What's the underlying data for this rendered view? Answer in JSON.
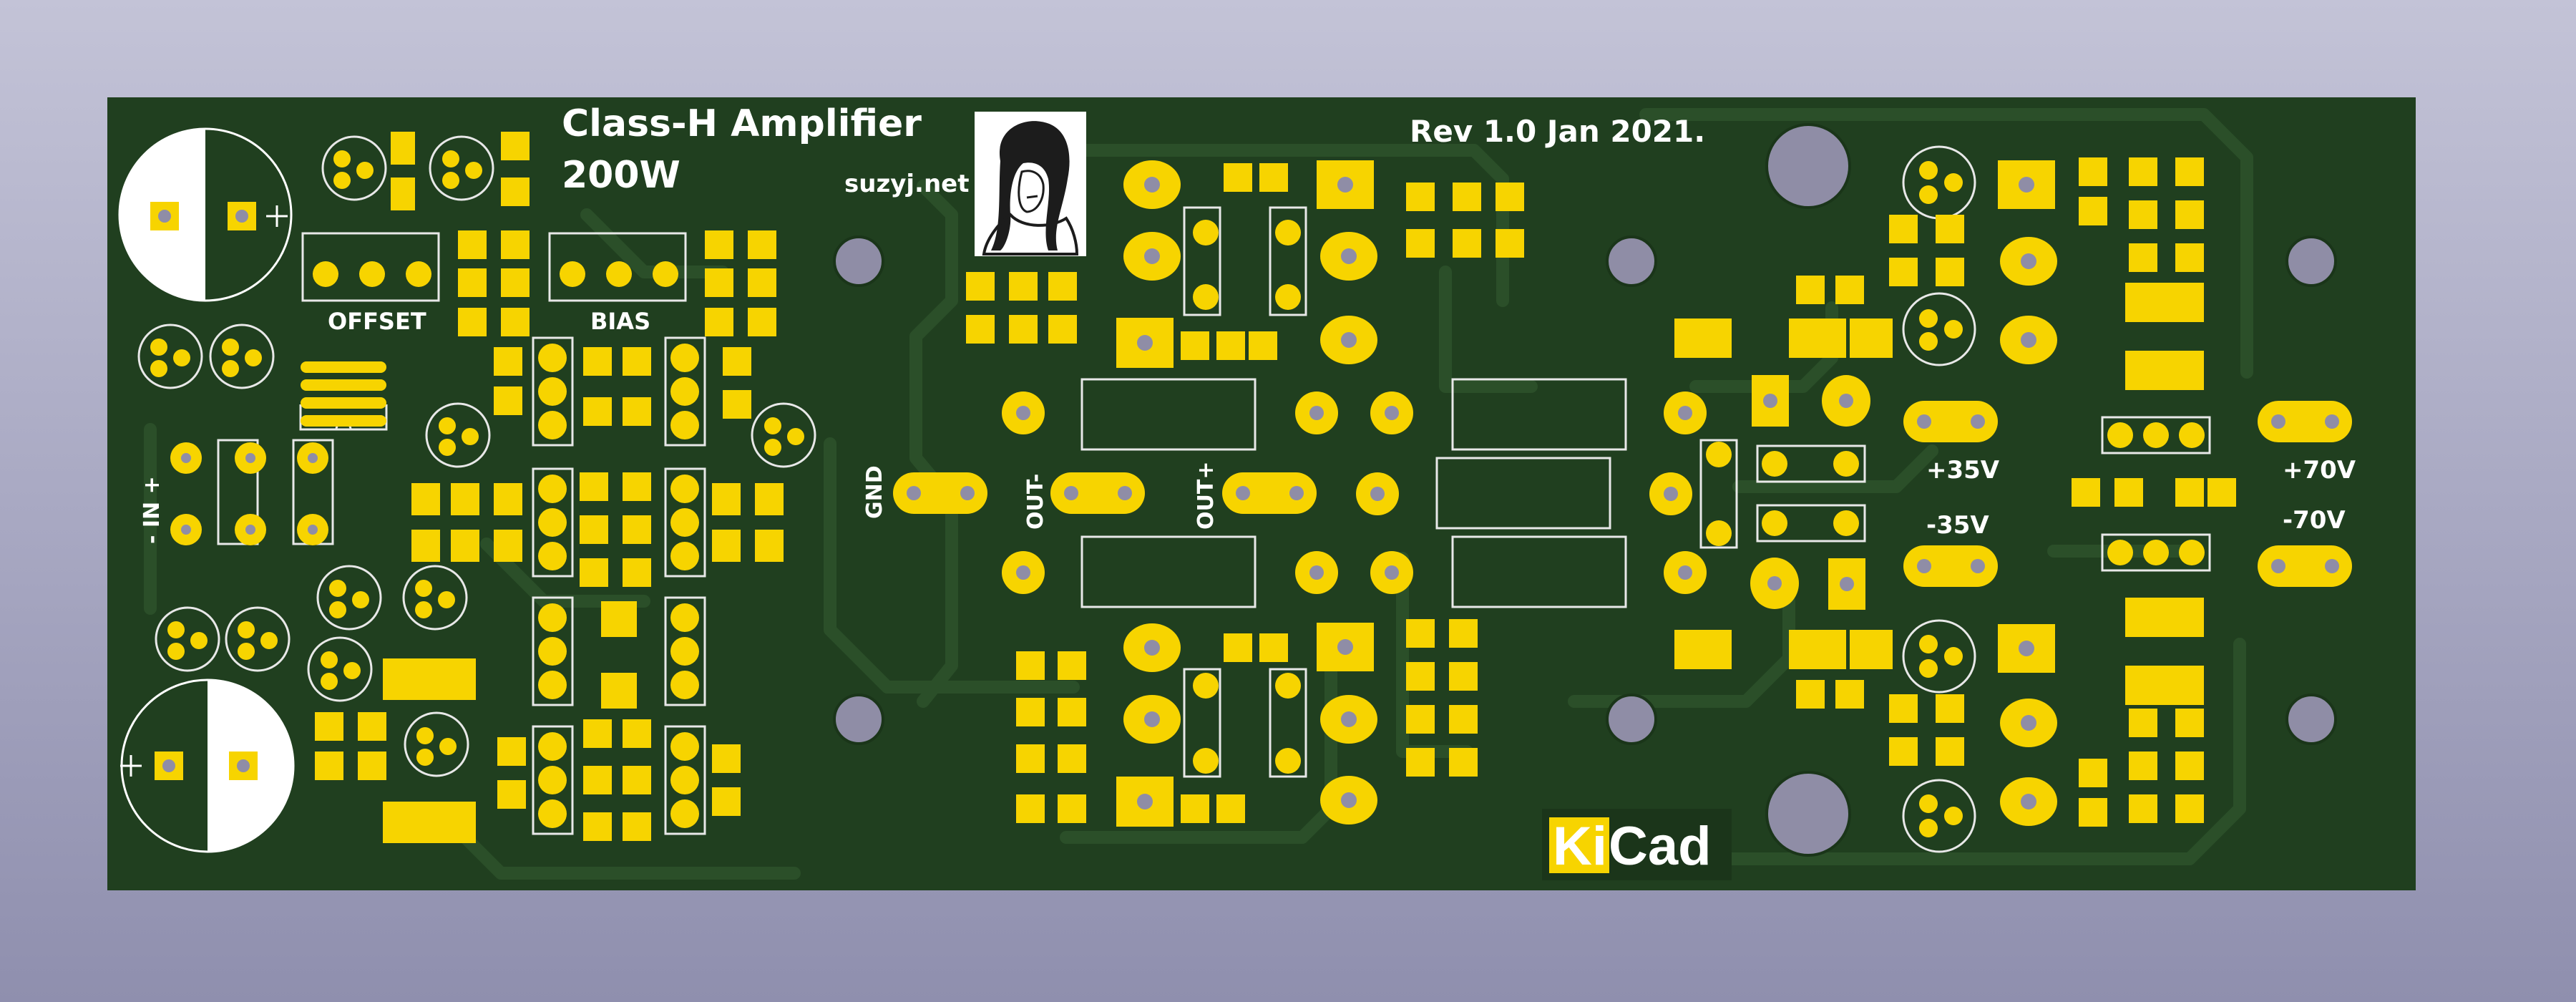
{
  "board": {
    "title_line1": "Class-H Amplifier",
    "title_line2": "200W",
    "website": "suzyj.net",
    "revision": "Rev 1.0 Jan 2021.",
    "logo_text_k": "Ki",
    "logo_text_cad": "Cad",
    "labels": {
      "offset": "OFFSET",
      "bias": "BIAS",
      "in": "- IN +",
      "gnd": "GND",
      "out_minus": "OUT-",
      "out_plus": "OUT+",
      "plus35": "+35V",
      "minus35": "-35V",
      "plus70": "+70V",
      "minus70": "-70V"
    }
  },
  "colors": {
    "background": "#b5b5cc",
    "board": "#203f1f",
    "trace": "#2b4f29",
    "copper": "#f7d400",
    "silkscreen": "#ffffff",
    "drill": "#8f8da6"
  }
}
